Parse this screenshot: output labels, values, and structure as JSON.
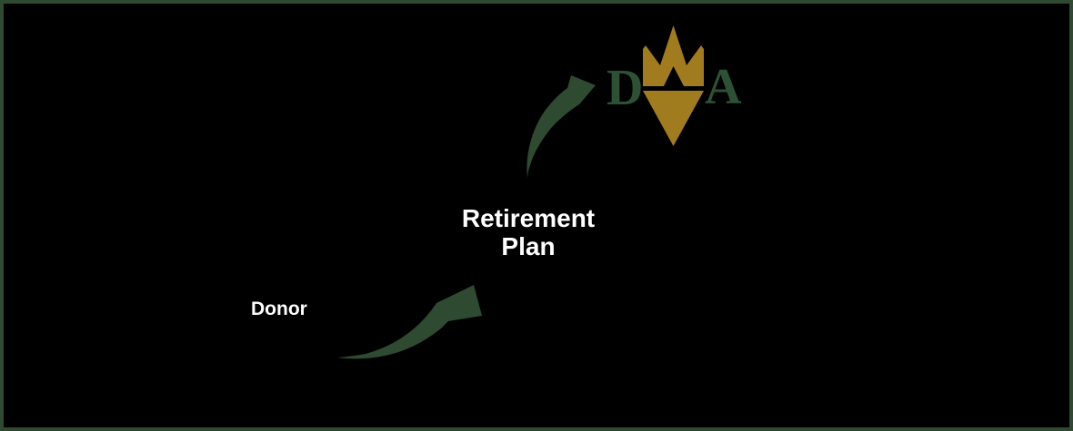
{
  "canvas": {
    "background_color": "#000000",
    "border_color": "#2e4a31"
  },
  "diagram": {
    "donor": {
      "label": "Donor",
      "color": "#ffffff"
    },
    "retirement_plan": {
      "line1": "Retirement",
      "line2": "Plan",
      "color": "#ffffff"
    },
    "arrows": {
      "color": "#2e4a31"
    },
    "logo": {
      "letter_left": "D",
      "letter_right": "A",
      "letter_color": "#2d5135",
      "emblem_color": "#a17c1e"
    }
  }
}
